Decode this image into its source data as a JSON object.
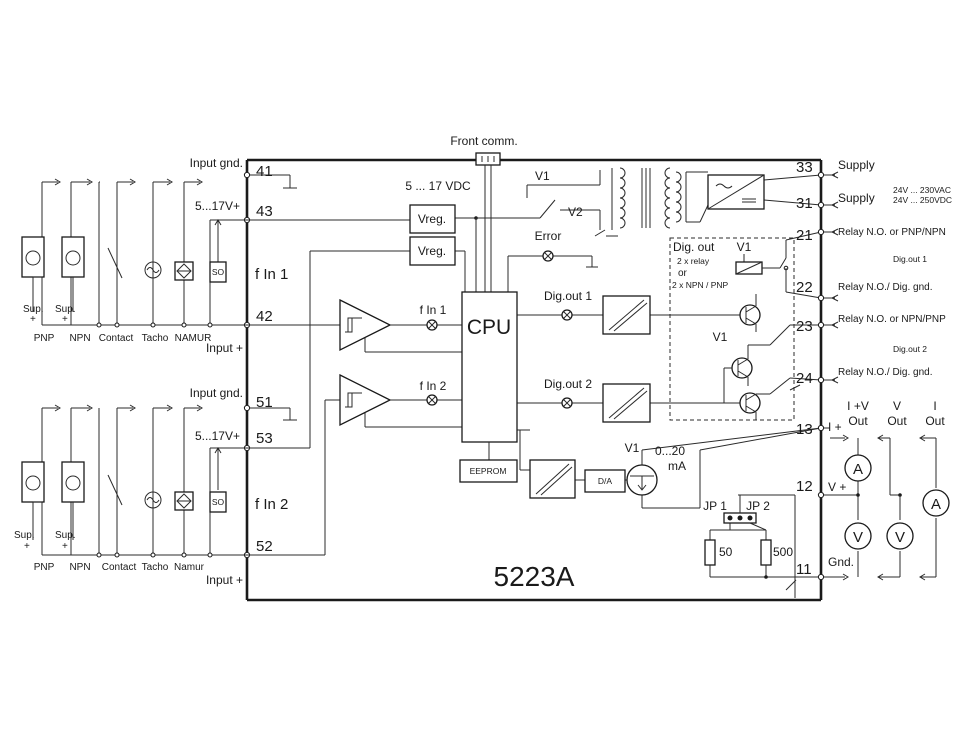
{
  "module": {
    "model": "5223A"
  },
  "front": {
    "front_comm": "Front comm."
  },
  "left_inputs": {
    "input_gnd_1": "Input gnd.",
    "t41": "41",
    "supply_range_1": "5...17V+",
    "t43": "43",
    "fin_1_label": "f In 1",
    "t42": "42",
    "input_plus_1": "Input +",
    "input_gnd_2": "Input gnd.",
    "t51": "51",
    "supply_range_2": "5...17V+",
    "t53": "53",
    "fin_2_label": "f In 2",
    "t52": "52",
    "input_plus_2": "Input +",
    "sensors_top": [
      "PNP",
      "NPN",
      "Contact",
      "Tacho",
      "NAMUR"
    ],
    "sensors_bottom": [
      "PNP",
      "NPN",
      "Contact",
      "Tacho",
      "Namur"
    ],
    "sup_label": "Sup.",
    "plus": "+",
    "so": "SO"
  },
  "internal": {
    "vdc_range": "5 ... 17 VDC",
    "vreg": "Vreg.",
    "cpu": "CPU",
    "eeprom": "EEPROM",
    "fin_1": "f In 1",
    "fin_2": "f In 2",
    "dig_out_1": "Dig.out 1",
    "dig_out_2": "Dig.out 2",
    "error": "Error",
    "v1": "V1",
    "v2": "V2",
    "da": "D/A",
    "current_v1": "V1",
    "current_range": "0...20",
    "current_unit": "mA",
    "jp1": "JP 1",
    "jp2": "JP 2",
    "r50": "50",
    "r500": "500"
  },
  "dig_box": {
    "title": "Dig. out",
    "relay_count": "2 x relay",
    "or": "or",
    "npn_count": "2 x NPN / PNP",
    "v1_relay": "V1",
    "v1_trans": "V1"
  },
  "right_terminals": {
    "t33": "33",
    "t31": "31",
    "t21": "21",
    "t22": "22",
    "t23": "23",
    "t24": "24",
    "t13": "13",
    "t12": "12",
    "t11": "11",
    "supply_1": "Supply",
    "supply_2": "Supply",
    "supply_ac": "24V ... 230VAC",
    "supply_dc": "24V ... 250VDC",
    "relay_21": "Relay N.O. or PNP/NPN",
    "dig_out_1": "Dig.out 1",
    "relay_22": "Relay N.O./ Dig. gnd.",
    "relay_23": "Relay N.O. or NPN/PNP",
    "dig_out_2": "Dig.out 2",
    "relay_24": "Relay N.O./ Dig. gnd.",
    "i_plus": "I +",
    "v_plus": "V +",
    "gnd": "Gnd."
  },
  "outputs": {
    "iv_out_top": "I +V",
    "iv_out_bottom": "Out",
    "v_out_top": "V",
    "v_out_bottom": "Out",
    "i_out_top": "I",
    "i_out_bottom": "Out",
    "ammeter": "A",
    "voltmeter": "V"
  }
}
